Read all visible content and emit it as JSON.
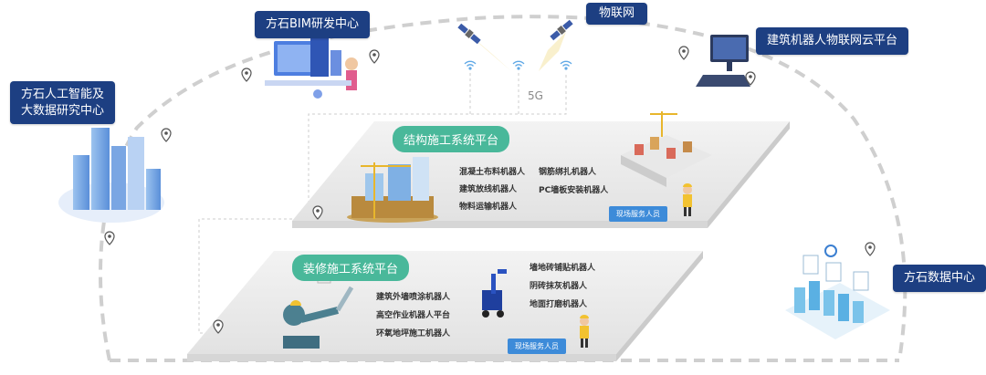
{
  "nodes": {
    "bim": "方石BIM研发中心",
    "iot": "物联网",
    "robot_cloud": "建筑机器人物联网云平台",
    "ai_center_line1": "方石人工智能及",
    "ai_center_line2": "大数据研究中心",
    "data_center": "方石数据中心"
  },
  "network": {
    "fiveg": "5G"
  },
  "structure_platform": {
    "title": "结构施工系统平台",
    "robots": [
      "混凝土布料机器人",
      "建筑放线机器人",
      "物料运输机器人",
      "钢筋绑扎机器人",
      "PC墙板安装机器人"
    ],
    "staff": "现场服务人员"
  },
  "decoration_platform": {
    "title": "装修施工系统平台",
    "robots": [
      "建筑外墙喷涂机器人",
      "高空作业机器人平台",
      "环氧地坪施工机器人",
      "墙地砖铺贴机器人",
      "阴砖抹灰机器人",
      "地面打磨机器人"
    ],
    "staff": "现场服务人员"
  },
  "colors": {
    "label_bg": "#1d3f82",
    "platform_title": "#49b89a",
    "staff_badge": "#3d8bd9",
    "dashed_line": "#cfcfcf"
  },
  "icons": [
    "location-pin-icon",
    "satellite-icon",
    "wifi-icon",
    "computer-monitor-icon",
    "city-buildings-icon",
    "construction-crane-icon",
    "worker-icon",
    "robot-arm-icon",
    "forklift-robot-icon",
    "server-racks-icon"
  ]
}
